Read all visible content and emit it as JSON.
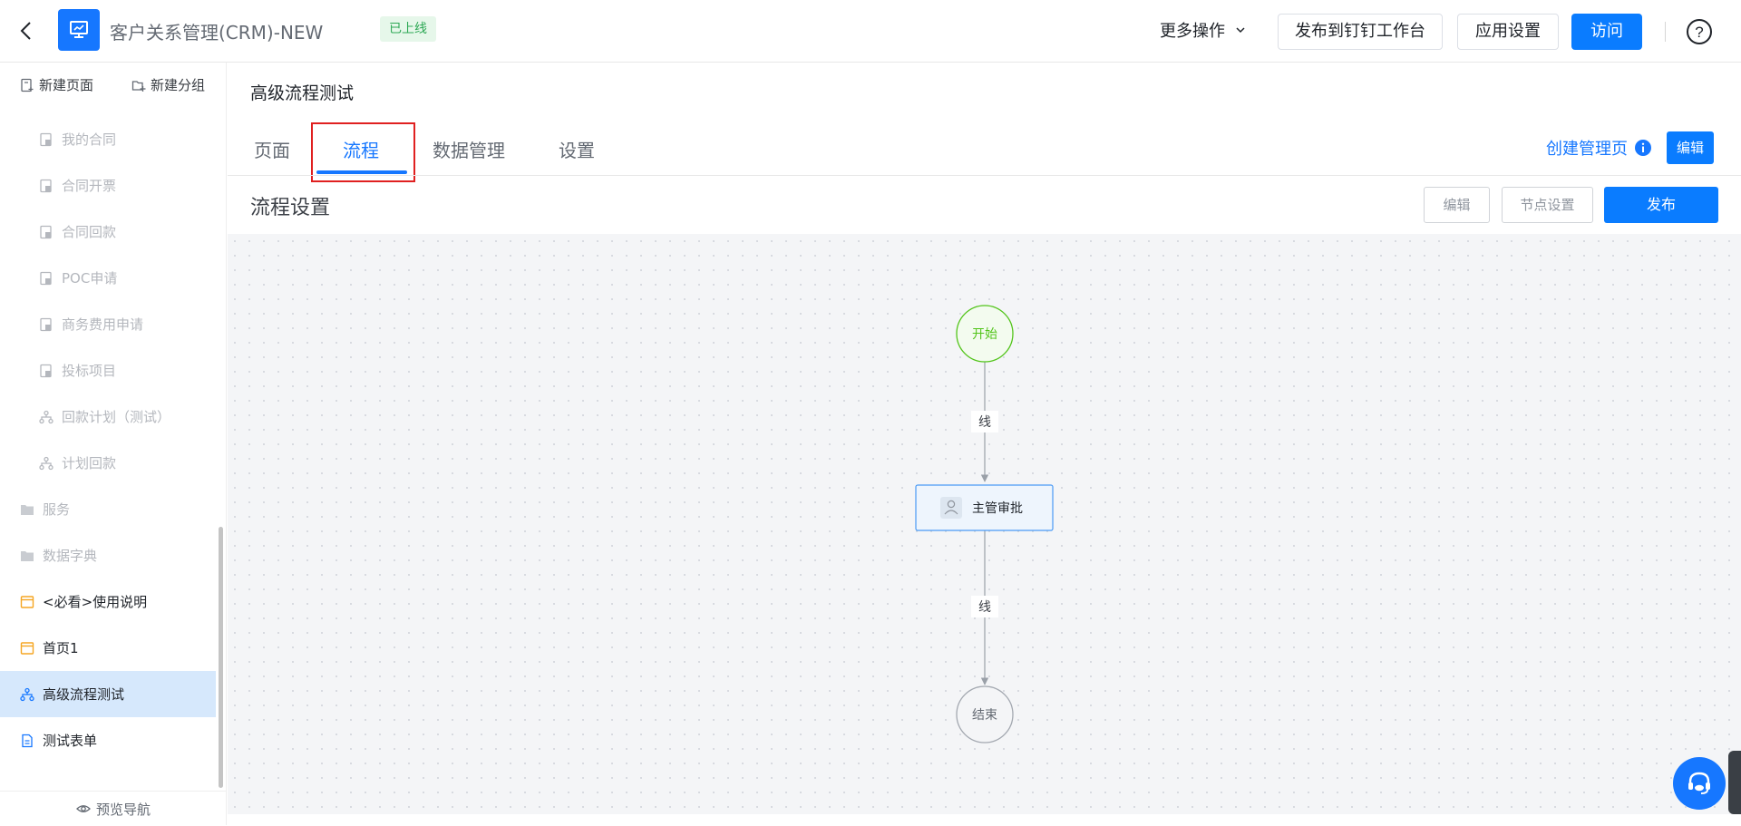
{
  "header": {
    "app_title": "客户关系管理(CRM)-NEW",
    "status": "已上线",
    "more_actions": "更多操作",
    "publish_dingtalk": "发布到钉钉工作台",
    "app_settings": "应用设置",
    "visit": "访问"
  },
  "sidebar": {
    "new_page": "新建页面",
    "new_group": "新建分组",
    "items": [
      {
        "label": "我的合同",
        "icon": "form-icon"
      },
      {
        "label": "合同开票",
        "icon": "form-icon"
      },
      {
        "label": "合同回款",
        "icon": "form-icon"
      },
      {
        "label": "POC申请",
        "icon": "form-icon"
      },
      {
        "label": "商务费用申请",
        "icon": "form-icon"
      },
      {
        "label": "投标项目",
        "icon": "form-icon"
      },
      {
        "label": "回款计划（测试）",
        "icon": "flow-icon"
      },
      {
        "label": "计划回款",
        "icon": "flow-icon"
      },
      {
        "label": "服务",
        "icon": "folder-icon"
      },
      {
        "label": "数据字典",
        "icon": "folder-icon"
      },
      {
        "label": "<必看>使用说明",
        "icon": "page-icon"
      },
      {
        "label": "首页1",
        "icon": "page-icon"
      },
      {
        "label": "高级流程测试",
        "icon": "flow-icon"
      },
      {
        "label": "测试表单",
        "icon": "doc-icon"
      }
    ],
    "preview_nav": "预览导航"
  },
  "main": {
    "page_title": "高级流程测试",
    "tabs": [
      "页面",
      "流程",
      "数据管理",
      "设置"
    ],
    "active_tab": "流程",
    "create_manage_page": "创建管理页",
    "edit": "编辑",
    "section_title": "流程设置",
    "btn_edit": "编辑",
    "btn_node_settings": "节点设置",
    "btn_publish": "发布"
  },
  "flow": {
    "start": "开始",
    "edge1": "线",
    "approval": "主管审批",
    "edge2": "线",
    "end": "结束"
  },
  "colors": {
    "primary": "#1677ff",
    "online_badge_bg": "#e6f7ea",
    "online_badge_text": "#2ea855",
    "start_node": "#52c41a",
    "highlight_box": "#e02020"
  }
}
